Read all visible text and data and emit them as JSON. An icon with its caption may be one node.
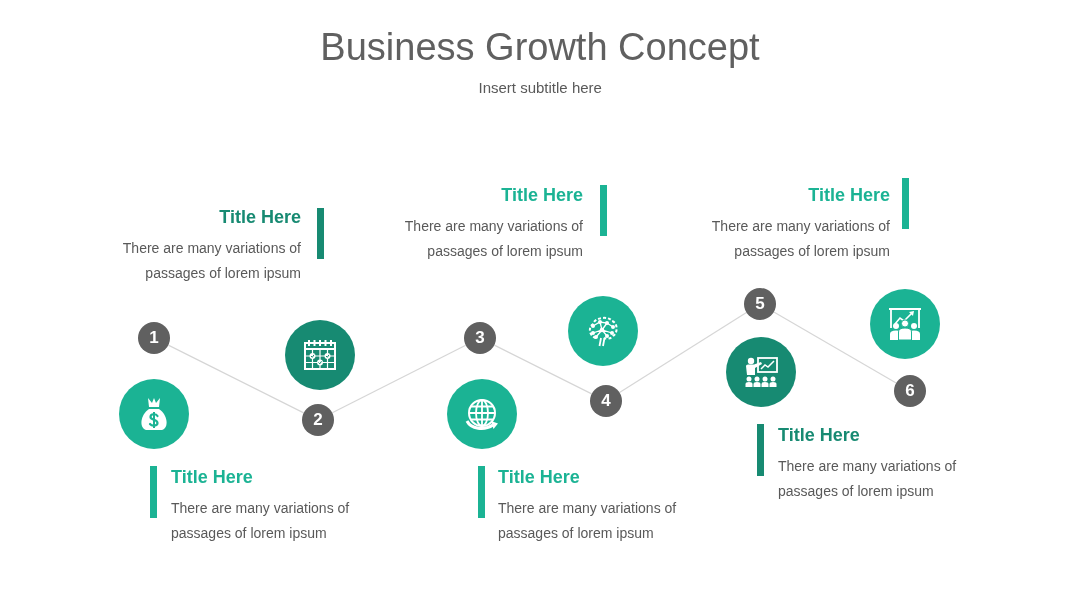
{
  "diagram": {
    "title": "Business Growth Concept",
    "nodes": [
      {
        "text": [
          "1"
        ]
      },
      {
        "text": [
          "2"
        ]
      },
      {
        "text": [
          "3"
        ]
      },
      {
        "text": [
          "4"
        ]
      },
      {
        "text": [
          "5"
        ]
      },
      {
        "text": [
          "6"
        ]
      },
      {
        "text": [],
        "shape": "circle"
      },
      {
        "text": [],
        "shape": "circle"
      },
      {
        "text": [],
        "shape": "circle"
      },
      {
        "text": [],
        "shape": "circle"
      },
      {
        "text": [],
        "shape": "circle"
      },
      {
        "text": [],
        "shape": "circle"
      }
    ],
    "edges": [
      {
        "from": 0,
        "to": 1,
        "arrow": "none"
      },
      {
        "from": 1,
        "to": 2,
        "arrow": "none"
      },
      {
        "from": 2,
        "to": 3,
        "arrow": "none"
      },
      {
        "from": 3,
        "to": 4,
        "arrow": "none"
      },
      {
        "from": 4,
        "to": 5,
        "arrow": "none"
      }
    ],
    "labels": [
      "Insert subtitle here",
      "Title Here",
      "There are many variations of passages of lorem ipsum",
      "Title Here",
      "There are many variations of passages of lorem ipsum",
      "Title Here",
      "There are many variations of passages of lorem ipsum",
      "Title Here",
      "There are many variations of passages of lorem ipsum",
      "Title Here",
      "There are many variations of passages of lorem ipsum",
      "Title Here",
      "There are many variations of passages of lorem ipsum"
    ]
  }
}
